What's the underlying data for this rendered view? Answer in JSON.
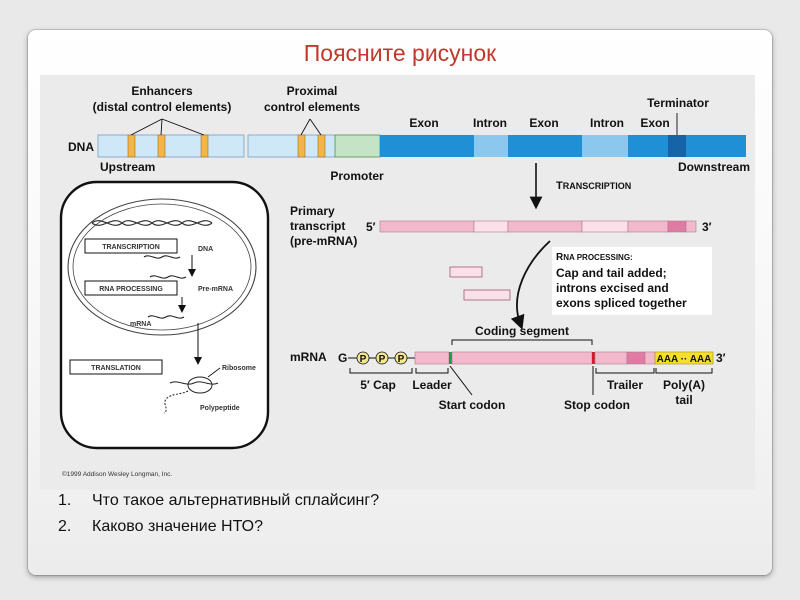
{
  "slide": {
    "title": "Поясните рисунок",
    "questions": [
      {
        "num": "1.",
        "text": "Что такое альтернативный сплайсинг?"
      },
      {
        "num": "2.",
        "text": "Каково значение НТО?"
      }
    ]
  },
  "figure": {
    "dna": {
      "enhancers": "Enhancers",
      "enhancers_sub": "(distal control elements)",
      "proximal": "Proximal",
      "proximal_sub": "control elements",
      "dna": "DNA",
      "upstream": "Upstream",
      "promoter": "Promoter",
      "exon1": "Exon",
      "intron1": "Intron",
      "exon2": "Exon",
      "intron2": "Intron",
      "exon3": "Exon",
      "terminator": "Terminator",
      "downstream": "Downstream"
    },
    "transcription": {
      "first": "T",
      "rest": "RANSCRIPTION"
    },
    "primary": {
      "line1": "Primary",
      "line2": "transcript",
      "line3": "(pre-mRNA)",
      "five": "5′",
      "three": "3′"
    },
    "processing": {
      "title_first": "R",
      "title_rest": "NA PROCESSING:",
      "line1": "Cap and tail added;",
      "line2": "introns excised and",
      "line3": "exons spliced together"
    },
    "mrna": {
      "label": "mRNA",
      "g": "G",
      "p": "P",
      "coding": "Coding segment",
      "aaa": "AAA ·· AAA",
      "three": "3′",
      "cap": "5′ Cap",
      "leader": "Leader",
      "start": "Start codon",
      "stop": "Stop codon",
      "trailer": "Trailer",
      "polya1": "Poly(A)",
      "polya2": "tail"
    },
    "cell": {
      "transcription": "TRANSCRIPTION",
      "dna": "DNA",
      "rna_processing": "RNA PROCESSING",
      "premrna": "Pre-mRNA",
      "mrna": "mRNA",
      "translation": "TRANSLATION",
      "ribosome": "Ribosome",
      "polypeptide": "Polypeptide"
    },
    "copyright": "©1999 Addison Wesley Longman, Inc."
  }
}
